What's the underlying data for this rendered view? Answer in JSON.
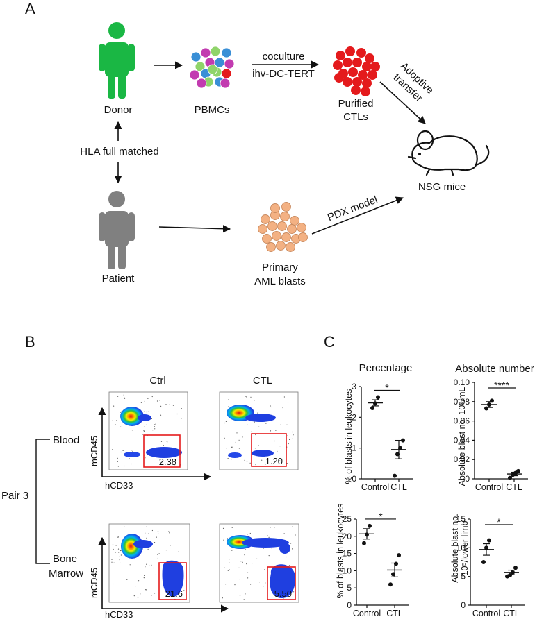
{
  "panel_a": {
    "letter": "A",
    "donor": "Donor",
    "pbmcs": "PBMCs",
    "coculture_top": "coculture",
    "coculture_bottom": "ihv-DC-TERT",
    "purified_1": "Purified",
    "purified_2": "CTLs",
    "adoptive_1": "Adoptive",
    "adoptive_2": "transfer",
    "hla": "HLA full matched",
    "nsg": "NSG mice",
    "pdx": "PDX model",
    "patient": "Patient",
    "primary_1": "Primary",
    "primary_2": "AML blasts",
    "colors": {
      "person_green": "#1ab744",
      "person_gray": "#808080",
      "ctl_red": "#e41a1c",
      "blast_orange": "#f3b183"
    }
  },
  "panel_b": {
    "letter": "B",
    "col_ctrl": "Ctrl",
    "col_ctl": "CTL",
    "row_blood": "Blood",
    "row_bm_1": "Bone",
    "row_bm_2": "Marrow",
    "pair": "Pair 3",
    "ylabel": "mCD45",
    "xlabel": "hCD33",
    "gates": {
      "blood_ctrl": "2.38",
      "blood_ctl": "1.20",
      "bm_ctrl": "21.6",
      "bm_ctl": "5.50"
    }
  },
  "panel_c": {
    "letter": "C",
    "title_pct": "Percentage",
    "title_abs": "Absolute number",
    "y_pct": "% of blasts in leukocytes",
    "y_abs_blood": "Absolute blast no. 10⁵/mL",
    "y_abs_bm_1": "Absolute blast no.",
    "y_abs_bm_2": "10⁵/lower limb",
    "cat_control": "Control",
    "cat_ctl": "CTL",
    "sig_1": "*",
    "sig_2": "****",
    "sig_3": "*",
    "sig_4": "*"
  },
  "chart_data": [
    {
      "type": "scatter",
      "id": "c1",
      "categories": [
        "Control",
        "CTL"
      ],
      "ylabel": "% of blasts in leukocytes",
      "ylim": [
        0,
        3
      ],
      "yticks": [
        "0",
        "1",
        "2",
        "3"
      ],
      "points": [
        [
          2.3,
          2.45,
          2.65
        ],
        [
          0.1,
          0.8,
          1.0,
          1.25
        ]
      ],
      "mean": [
        2.47,
        0.95
      ],
      "sem": [
        0.1,
        0.3
      ],
      "significance": "*"
    },
    {
      "type": "scatter",
      "id": "c2",
      "categories": [
        "Control",
        "CTL"
      ],
      "ylabel": "Absolute blast no. 10⁵/mL",
      "ylim": [
        0,
        0.1
      ],
      "yticks": [
        "0",
        "0.02",
        "0.04",
        "0.06",
        "0.08",
        "0.10"
      ],
      "points": [
        [
          0.073,
          0.077,
          0.081
        ],
        [
          0.001,
          0.004,
          0.006,
          0.008
        ]
      ],
      "mean": [
        0.077,
        0.005
      ],
      "sem": [
        0.003,
        0.0018
      ],
      "significance": "****"
    },
    {
      "type": "scatter",
      "id": "c3",
      "categories": [
        "Control",
        "CTL"
      ],
      "ylabel": "% of blasts in leukocytes",
      "ylim": [
        0,
        25
      ],
      "yticks": [
        "0",
        "5",
        "10",
        "15",
        "20",
        "25"
      ],
      "points": [
        [
          18,
          20.5,
          23
        ],
        [
          6,
          9,
          12,
          14.5
        ]
      ],
      "mean": [
        20.7,
        10.2
      ],
      "sem": [
        1.5,
        2.0
      ],
      "significance": "*"
    },
    {
      "type": "scatter",
      "id": "c4",
      "categories": [
        "Control",
        "CTL"
      ],
      "ylabel": "Absolute blast no. 10⁵/lower limb",
      "ylim": [
        0,
        15
      ],
      "yticks": [
        "0",
        "5",
        "10",
        "15"
      ],
      "points": [
        [
          7.5,
          10,
          11.3
        ],
        [
          5.0,
          5.2,
          5.7,
          6.5
        ]
      ],
      "mean": [
        9.7,
        5.7
      ],
      "sem": [
        1.0,
        0.4
      ],
      "significance": "*"
    }
  ]
}
